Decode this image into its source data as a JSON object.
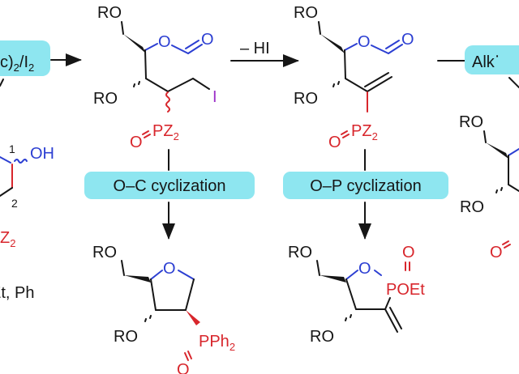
{
  "colors": {
    "bond": "#161616",
    "oxygen_formate": "#2c3fd2",
    "phosphorus": "#d8262c",
    "iodine": "#9b30c8",
    "condition_box": "#8ee6f0"
  },
  "reagents": {
    "left_box": [
      "c)",
      "2",
      "/I",
      "2"
    ],
    "elimination": "– HI",
    "radical": "Alk",
    "radical_dot": "·",
    "cyclizations": [
      "O–C cyclization",
      "O–P cyclization"
    ]
  },
  "labels": {
    "RO": "RO",
    "O": "O",
    "I": "I",
    "PZ": "PZ",
    "sub2": "2",
    "PPh": "PPh",
    "POEt": "POEt",
    "OH": "OH",
    "pos1": "1",
    "pos2": "2",
    "Z": "Z",
    "z_options": "Et, Ph"
  }
}
